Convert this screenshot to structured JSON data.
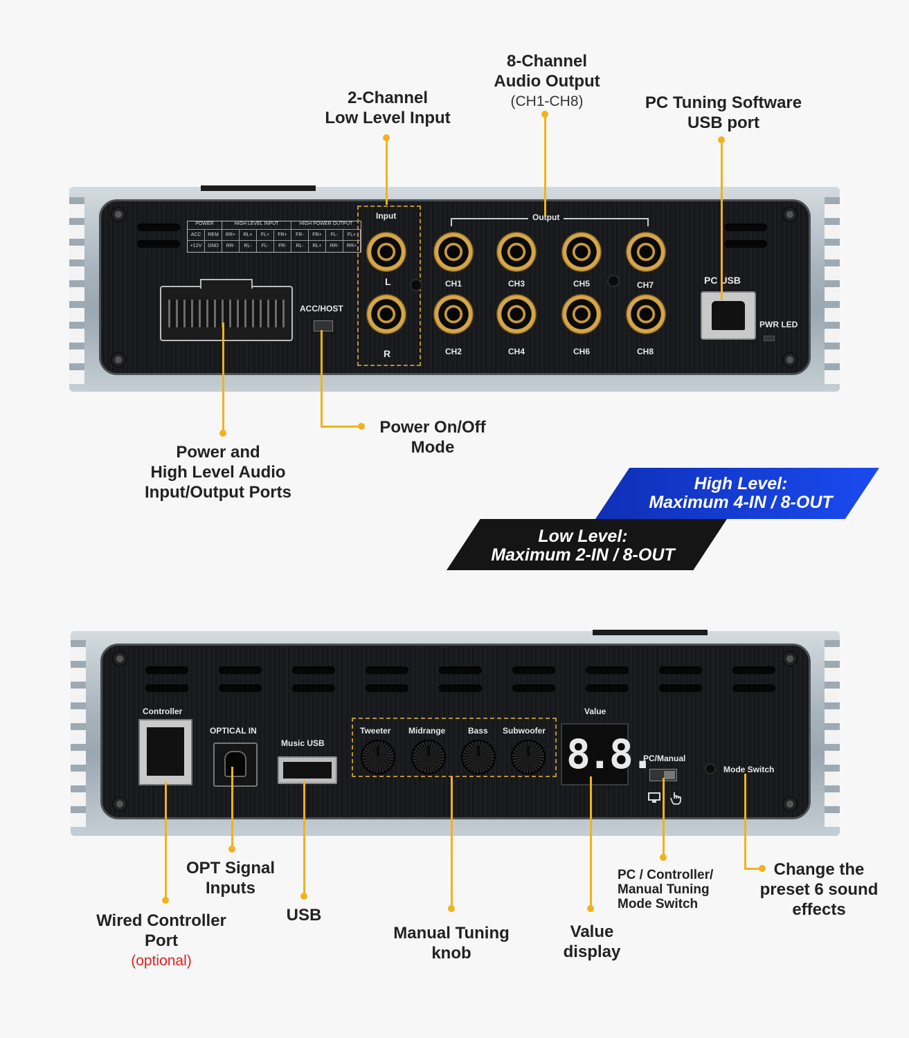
{
  "callouts": {
    "low_input": "2-Channel\nLow Level Input",
    "audio_output_title": "8-Channel\nAudio Output",
    "audio_output_sub": "(CH1-CH8)",
    "pc_usb": "PC Tuning Software\nUSB port",
    "power_ports": "Power and\nHigh Level Audio\nInput/Output Ports",
    "power_mode": "Power On/Off\nMode",
    "opt_inputs": "OPT Signal\nInputs",
    "wired_controller": "Wired Controller\nPort",
    "wired_controller_optional": "(optional)",
    "usb": "USB",
    "tuning_knob": "Manual Tuning\nknob",
    "value_display": "Value\ndisplay",
    "mode_switch_callout": "PC / Controller/\nManual Tuning\nMode Switch",
    "preset_callout": "Change the\npreset 6 sound\neffects"
  },
  "banners": {
    "high_line1": "High Level:",
    "high_line2": "Maximum 4-IN / 8-OUT",
    "low_line1": "Low Level:",
    "low_line2": "Maximum 2-IN / 8-OUT"
  },
  "top_panel": {
    "input_label": "Input",
    "input_l": "L",
    "input_r": "R",
    "output_label": "Output",
    "channels": [
      "CH1",
      "CH2",
      "CH3",
      "CH4",
      "CH5",
      "CH6",
      "CH7",
      "CH8"
    ],
    "acc_host": "ACC/HOST",
    "pc_usb": "PC USB",
    "pwr_led": "PWR LED",
    "pin_table": {
      "headers": [
        "POWER",
        "HIGH LEVEL INPUT",
        "HIGH POWER OUTPUT"
      ],
      "row1": [
        "ACC",
        "REM",
        "RR+",
        "RL+",
        "FL+",
        "FR+",
        "FR-",
        "FR+",
        "FL-",
        "FL+"
      ],
      "row2": [
        "+12V",
        "GND",
        "RR-",
        "RL-",
        "FL-",
        "FR-",
        "RL-",
        "RL+",
        "RR-",
        "RR+"
      ]
    }
  },
  "bottom_panel": {
    "controller": "Controller",
    "optical_in": "OPTICAL IN",
    "music_usb": "Music USB",
    "knobs": [
      "Tweeter",
      "Midrange",
      "Bass",
      "Subwoofer"
    ],
    "value": "Value",
    "display_digits": "8.8.",
    "pc_manual": "PC/Manual",
    "mode_switch": "Mode Switch"
  },
  "colors": {
    "accent_lead": "#f2b21b",
    "banner_high": "#1237d8",
    "banner_low": "#151515",
    "optional_red": "#e0201c"
  },
  "icons": [
    "monitor-icon",
    "hand-pointer-icon"
  ]
}
